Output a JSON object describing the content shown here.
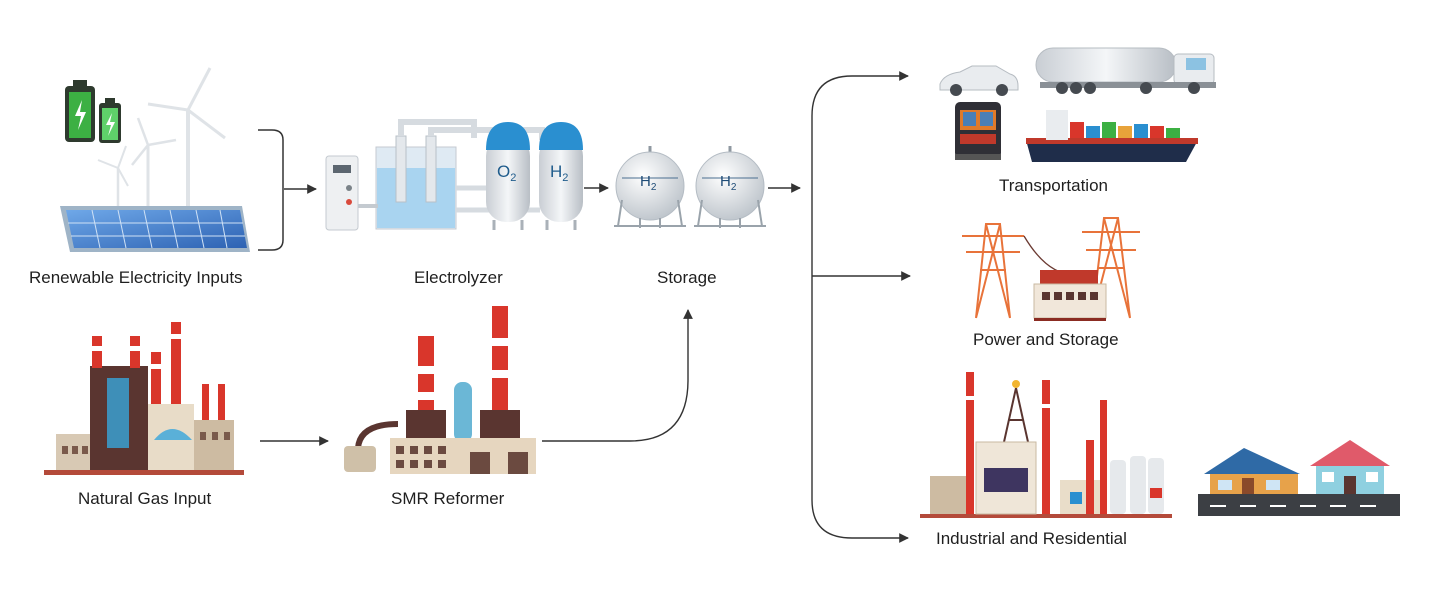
{
  "labels": {
    "renewable": "Renewable Electricity Inputs",
    "electrolyzer": "Electrolyzer",
    "storage": "Storage",
    "natural_gas": "Natural Gas Input",
    "smr": "SMR Reformer",
    "transportation": "Transportation",
    "power": "Power and Storage",
    "industrial": "Industrial and Residential"
  },
  "tank_labels": {
    "o2": "O",
    "o2_sub": "2",
    "h2": "H",
    "h2_sub": "2"
  },
  "sphere_labels": {
    "h": "H",
    "sub": "2"
  },
  "colors": {
    "battery_green": "#3cb043",
    "solar_blue": "#3f7fd1",
    "tank_blue": "#2a8fd0",
    "brick": "#6b3a32",
    "stack_red": "#d9362b",
    "tower_orange": "#e8733a",
    "road": "#3c3f44"
  },
  "icons": [
    "battery-icon",
    "wind-turbine-icon",
    "solar-panel-icon",
    "electrolyzer-unit-icon",
    "gas-tank-icon",
    "sphere-tank-icon",
    "factory-icon",
    "smr-plant-icon",
    "car-icon",
    "truck-icon",
    "train-icon",
    "ship-icon",
    "power-tower-icon",
    "substation-icon",
    "refinery-icon",
    "house-icon"
  ]
}
